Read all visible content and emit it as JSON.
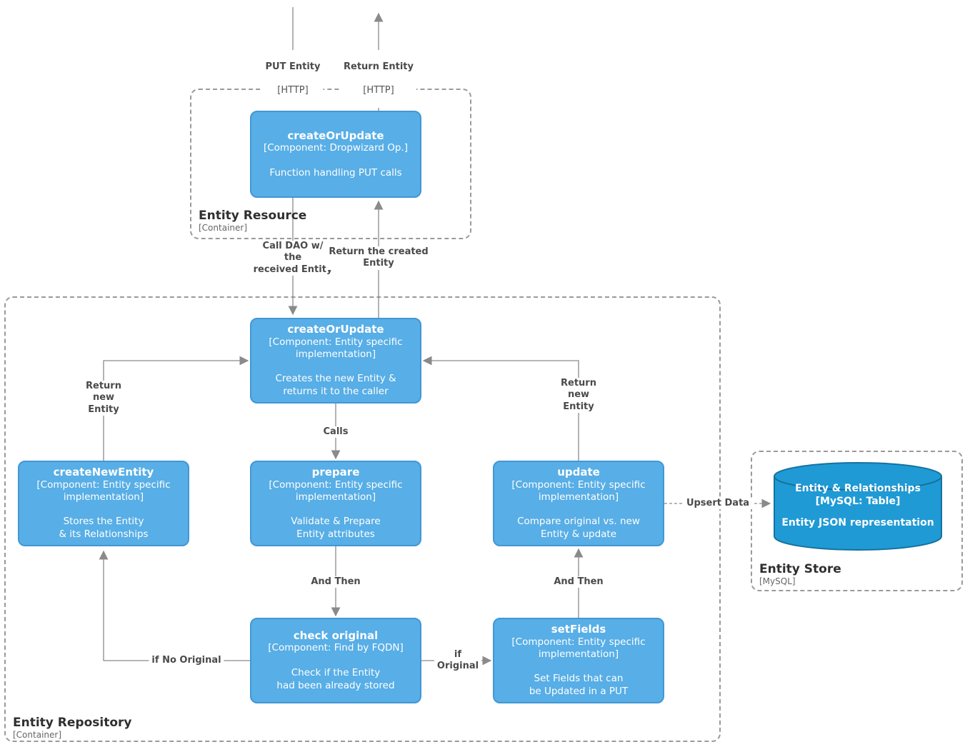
{
  "colors": {
    "component_fill": "#58AEE6",
    "component_border": "#4297D3",
    "database_fill": "#1F9AD5",
    "database_border": "#15729F",
    "edge": "#8A8A8A",
    "edge_label": "#4A4A4A",
    "container_border": "#9A9A9A",
    "container_title": "#2F2F2F",
    "container_meta": "#666666"
  },
  "containers": {
    "entity_resource": {
      "title": "Entity Resource",
      "meta": "[Container]"
    },
    "entity_repository": {
      "title": "Entity Repository",
      "meta": "[Container]"
    },
    "entity_store": {
      "title": "Entity Store",
      "meta": "[MySQL]"
    }
  },
  "components": {
    "resource_create_or_update": {
      "title": "createOrUpdate",
      "meta": "[Component: Dropwizard Op.]",
      "desc": "Function handling PUT calls"
    },
    "repo_create_or_update": {
      "title": "createOrUpdate",
      "meta": "[Component: Entity specific\nimplementation]",
      "desc": "Creates the new Entity &\nreturns it to the caller"
    },
    "create_new_entity": {
      "title": "createNewEntity",
      "meta": "[Component: Entity specific\nimplementation]",
      "desc": "Stores the Entity\n& its Relationships"
    },
    "prepare": {
      "title": "prepare",
      "meta": "[Component: Entity specific\nimplementation]",
      "desc": "Validate & Prepare\nEntity attributes"
    },
    "update": {
      "title": "update",
      "meta": "[Component: Entity specific\nimplementation]",
      "desc": "Compare original vs. new\nEntity & update"
    },
    "check_original": {
      "title": "check original",
      "meta": "[Component: Find by FQDN]",
      "desc": "Check if the Entity\nhad been already stored"
    },
    "set_fields": {
      "title": "setFields",
      "meta": "[Component: Entity specific\nimplementation]",
      "desc": "Set Fields that can\nbe Updated in a PUT"
    }
  },
  "database": {
    "title": "Entity & Relationships",
    "meta": "[MySQL: Table]",
    "desc": "Entity JSON representation"
  },
  "relationships": {
    "put_entity": {
      "label": "PUT Entity",
      "meta": "[HTTP]"
    },
    "return_entity": {
      "label": "Return Entity",
      "meta": "[HTTP]"
    },
    "call_dao": {
      "label": "Call DAO w/\nthe\nreceived Entity"
    },
    "return_created": {
      "label": "Return the created\nEntity"
    },
    "calls": {
      "label": "Calls"
    },
    "and_then_left": {
      "label": "And Then"
    },
    "and_then_right": {
      "label": "And Then"
    },
    "return_new_left": {
      "label": "Return\nnew\nEntity"
    },
    "return_new_right": {
      "label": "Return\nnew\nEntity"
    },
    "if_no_original": {
      "label": "if No Original"
    },
    "if_original": {
      "label": "if\nOriginal"
    },
    "upsert_data": {
      "label": "Upsert Data"
    }
  }
}
